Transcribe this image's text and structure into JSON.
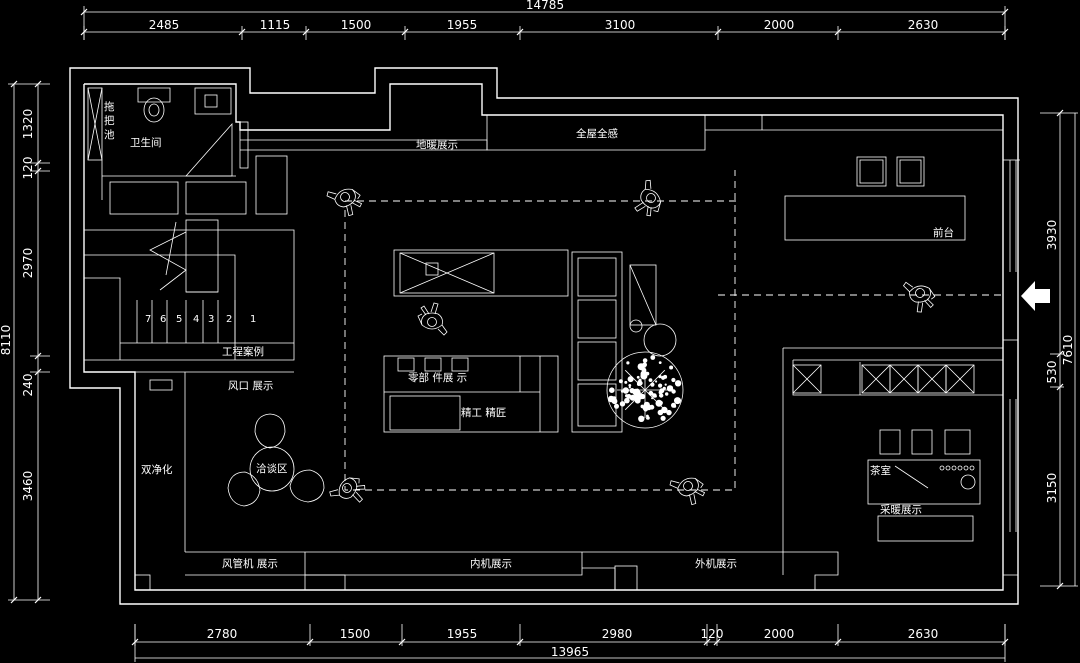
{
  "dimensions": {
    "top_total": "14785",
    "top_segments": [
      "2485",
      "1115",
      "1500",
      "1955",
      "3100",
      "2000",
      "2630"
    ],
    "bottom_total": "13965",
    "bottom_segments": [
      "2780",
      "1500",
      "1955",
      "2980",
      "120",
      "2000",
      "2630"
    ],
    "left_total": "8110",
    "left_segments": [
      "1320",
      "120",
      "2970",
      "240",
      "3460"
    ],
    "right_total": "7610",
    "right_segments": [
      "3930",
      "530",
      "3150"
    ]
  },
  "rooms": {
    "mop_sink": "拖把池",
    "toilet": "卫生间",
    "floor_heating": "地暖展示",
    "whole_house": "全屋全感",
    "reception": "前台",
    "project_cases": "工程案例",
    "air_vent": "风口 展示",
    "parts": "零部 件展 示",
    "craft": "精工 精匠",
    "dual_purify": "双净化",
    "negotiation": "洽谈区",
    "tea_room": "茶室",
    "heating_display": "采暖展示",
    "duct_unit": "风管机 展示",
    "indoor_unit": "内机展示",
    "outdoor_unit": "外机展示"
  },
  "stairs": [
    "7",
    "6",
    "5",
    "4",
    "3",
    "2",
    "1"
  ],
  "icons": {
    "entrance": "entrance-arrow-icon",
    "person": "person-icon",
    "tree": "plant-icon"
  }
}
